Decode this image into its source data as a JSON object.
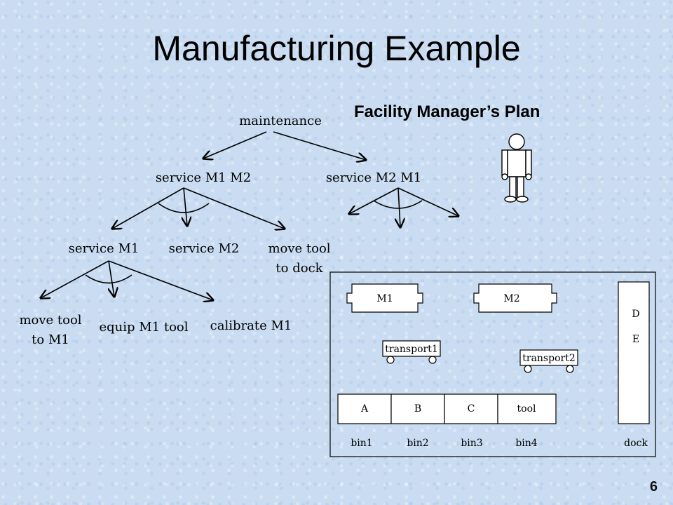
{
  "title": "Manufacturing Example",
  "subtitle": "Facility Manager’s Plan",
  "page_number": "6",
  "tree": {
    "root": "maintenance",
    "service_m1_m2": "service M1 M2",
    "service_m2_m1": "service M2 M1",
    "service_m1": "service M1",
    "service_m2": "service M2",
    "move_tool_to_dock": [
      "move tool",
      "to dock"
    ],
    "move_tool_to_m1": [
      "move tool",
      "to M1"
    ],
    "equip_m1_tool": "equip M1 tool",
    "calibrate_m1": "calibrate M1"
  },
  "facility": {
    "machines": [
      "M1",
      "M2"
    ],
    "transports": [
      "transport1",
      "transport2"
    ],
    "bins": [
      {
        "content": "A",
        "label": "bin1"
      },
      {
        "content": "B",
        "label": "bin2"
      },
      {
        "content": "C",
        "label": "bin3"
      },
      {
        "content": "tool",
        "label": "bin4"
      }
    ],
    "dock_contents": [
      "D",
      "E"
    ],
    "dock_label": "dock"
  },
  "colors": {
    "background": "#c9dcf1",
    "ink": "#000000",
    "box_fill": "#ffffff"
  },
  "icons": {
    "person": "person-icon"
  }
}
